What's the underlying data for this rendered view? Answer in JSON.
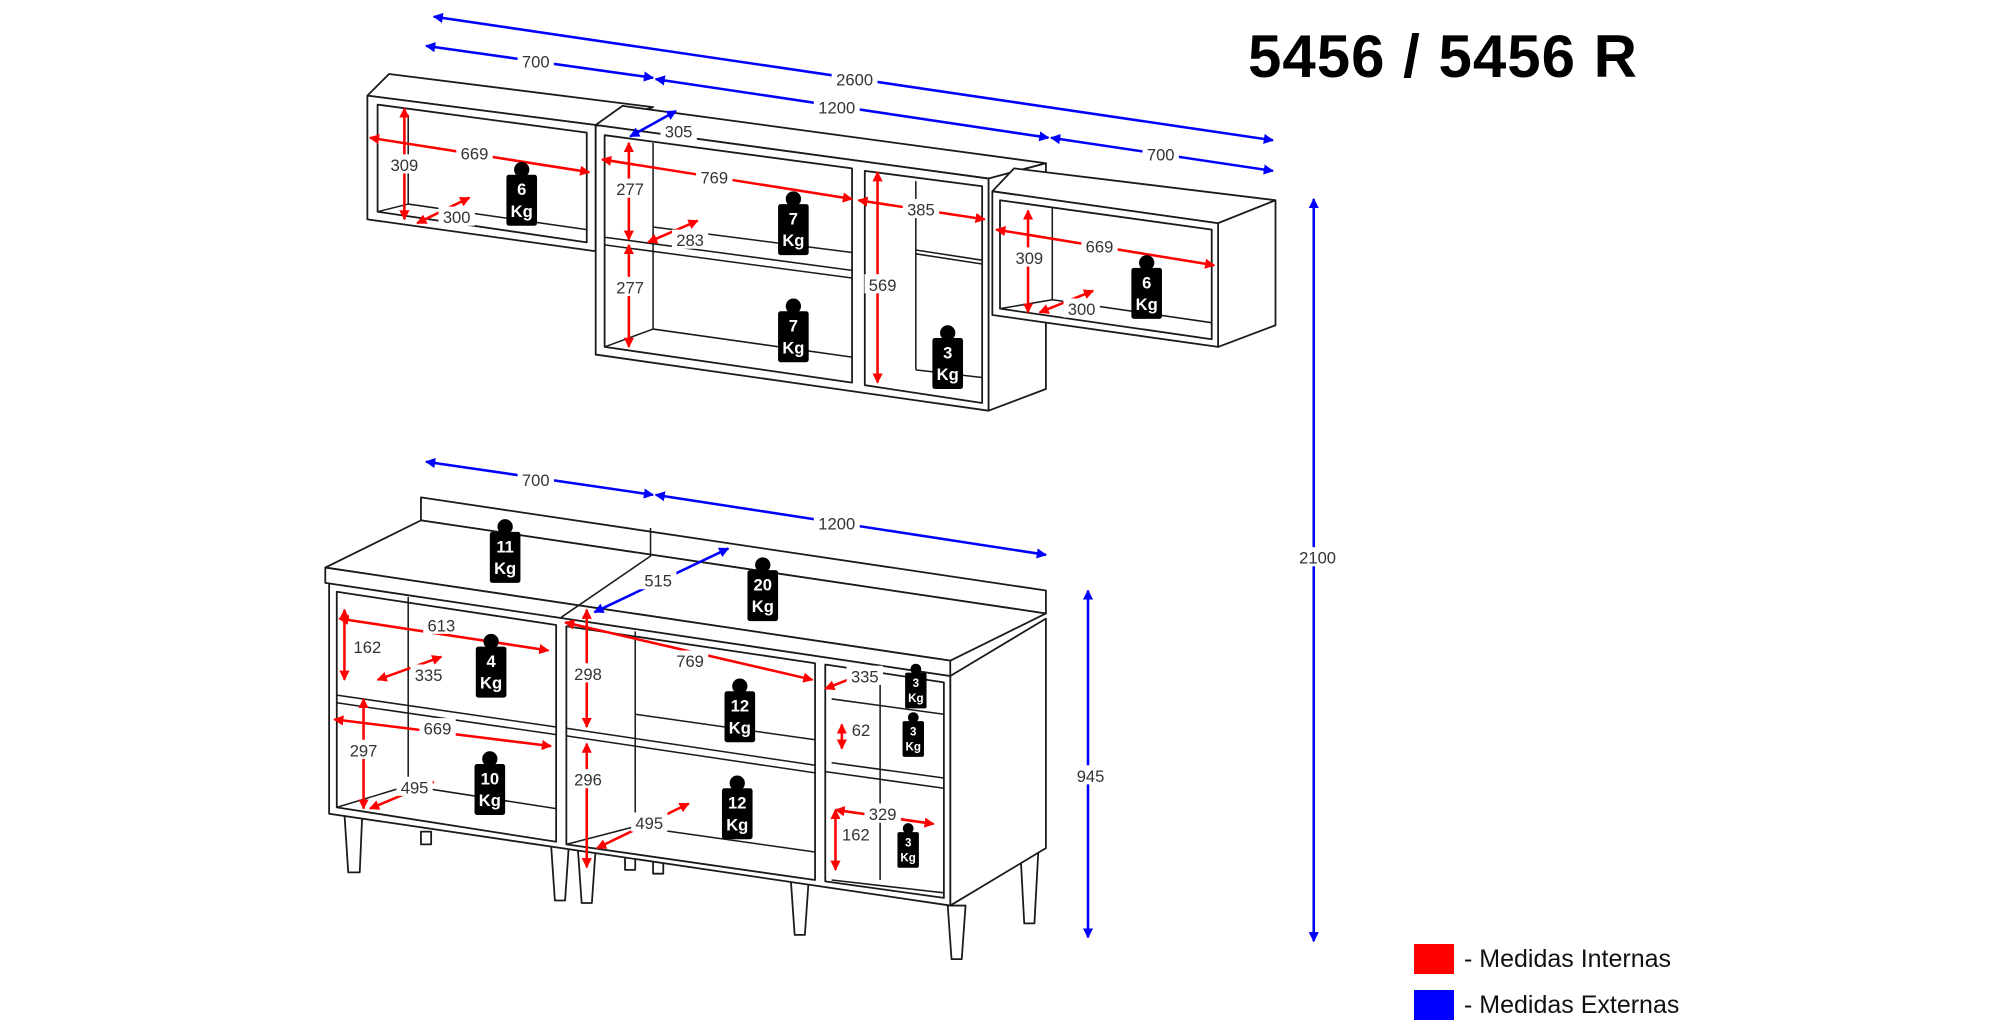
{
  "title": "5456 / 5456 R",
  "legend": [
    {
      "label": "- Medidas Internas",
      "color": "#ff0000"
    },
    {
      "label": "- Medidas Externas",
      "color": "#0000ff"
    }
  ],
  "weight_unit": "Kg",
  "upper_cabinets": {
    "external": [
      "2600",
      "700",
      "1200",
      "700",
      "305"
    ],
    "internal": [
      "309",
      "669",
      "300",
      "277",
      "769",
      "283",
      "277",
      "569",
      "385",
      "309",
      "669",
      "300"
    ],
    "weights": [
      "6",
      "7",
      "7",
      "3",
      "6"
    ]
  },
  "base_cabinets": {
    "external": [
      "700",
      "1200",
      "515"
    ],
    "internal": [
      "162",
      "613",
      "335",
      "669",
      "297",
      "495",
      "298",
      "769",
      "296",
      "495",
      "335",
      "62",
      "329",
      "162"
    ],
    "weights": [
      "11",
      "20",
      "4",
      "10",
      "12",
      "12",
      "3",
      "3",
      "3"
    ]
  },
  "overall": {
    "total_height": "2100",
    "base_height": "945"
  }
}
